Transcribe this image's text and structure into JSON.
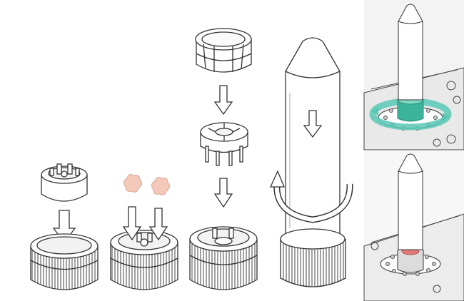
{
  "illustration": {
    "kind": "assembly-instructions",
    "steps": [
      {
        "id": "insert-core",
        "part": "cartridge-core"
      },
      {
        "id": "add-pads",
        "part": "pads"
      },
      {
        "id": "place-spacer",
        "part": "spacer"
      },
      {
        "id": "add-screen",
        "part": "screen-cap"
      },
      {
        "id": "attach-tube",
        "part": "tube"
      },
      {
        "id": "mount-and-twist",
        "part": "tube-on-machine"
      }
    ],
    "colors": {
      "line": "#333333",
      "ring": "#58c8b5",
      "pad": "#f4c9b9",
      "accent-cap": "#3cb49a",
      "red-part": "#e07a7a"
    }
  }
}
